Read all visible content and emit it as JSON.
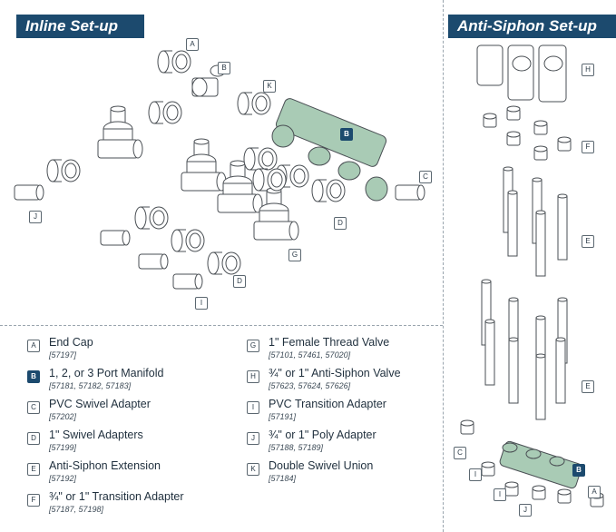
{
  "titles": {
    "inline": "Inline Set-up",
    "anti_siphon": "Anti-Siphon Set-up"
  },
  "callouts": {
    "A": "A",
    "B": "B",
    "C": "C",
    "D": "D",
    "E": "E",
    "F": "F",
    "G": "G",
    "H": "H",
    "I": "I",
    "J": "J",
    "K": "K"
  },
  "legend": [
    {
      "letter": "A",
      "name": "End Cap",
      "codes": "[57197]"
    },
    {
      "letter": "B",
      "name": "1, 2, or 3 Port Manifold",
      "codes": "[57181, 57182, 57183]"
    },
    {
      "letter": "C",
      "name": "PVC Swivel Adapter",
      "codes": "[57202]"
    },
    {
      "letter": "D",
      "name": "1\" Swivel Adapters",
      "codes": "[57199]"
    },
    {
      "letter": "E",
      "name": "Anti-Siphon Extension",
      "codes": "[57192]"
    },
    {
      "letter": "F",
      "name": "¾\" or 1\" Transition Adapter",
      "codes": "[57187, 57198]"
    },
    {
      "letter": "G",
      "name": "1\" Female Thread Valve",
      "codes": "[57101, 57461, 57020]"
    },
    {
      "letter": "H",
      "name": "¾\" or 1\" Anti-Siphon Valve",
      "codes": "[57623, 57624, 57626]"
    },
    {
      "letter": "I",
      "name": "PVC Transition Adapter",
      "codes": "[57191]"
    },
    {
      "letter": "J",
      "name": "¾\" or 1\" Poly Adapter",
      "codes": "[57188, 57189]"
    },
    {
      "letter": "K",
      "name": "Double Swivel Union",
      "codes": "[57184]"
    }
  ],
  "colors": {
    "banner": "#1c4a6e",
    "manifold": "#a9cbb5",
    "part_outline": "#4a4f54"
  }
}
